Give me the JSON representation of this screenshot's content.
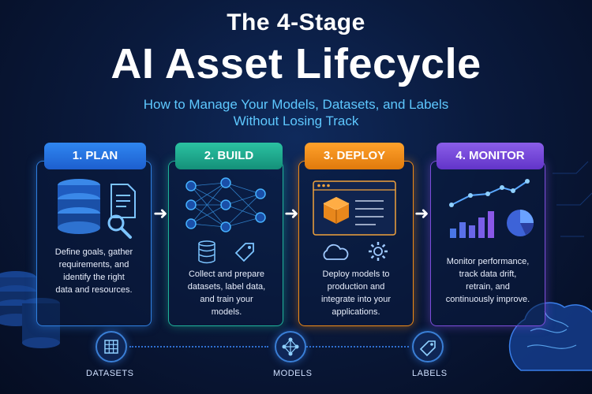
{
  "header": {
    "title_line1": "The 4-Stage",
    "title_line2": "AI Asset Lifecycle",
    "subtitle_line1": "How to Manage Your Models, Datasets, and Labels",
    "subtitle_line2": "Without Losing Track"
  },
  "stages": [
    {
      "label": "1. PLAN",
      "desc": [
        "Define goals, gather",
        "requirements, and",
        "identify the right",
        "data and resources."
      ]
    },
    {
      "label": "2. BUILD",
      "desc": [
        "Collect and prepare",
        "datasets, label data,",
        "and train your",
        "models."
      ]
    },
    {
      "label": "3. DEPLOY",
      "desc": [
        "Deploy models to",
        "production and",
        "integrate into your",
        "applications."
      ]
    },
    {
      "label": "4. MONITOR",
      "desc": [
        "Monitor performance,",
        "track data drift,",
        "retrain, and",
        "continuously improve."
      ]
    }
  ],
  "bottom": {
    "datasets": "DATASETS",
    "models": "MODELS",
    "labels": "LABELS"
  },
  "colors": {
    "plan": "#2f86f0",
    "build": "#2bc2a2",
    "deploy": "#ffa12b",
    "monitor": "#8a5ee8",
    "subtitle": "#5ec8ff"
  },
  "icons": [
    "database-icon",
    "document-icon",
    "magnifier-icon",
    "neural-network-icon",
    "tag-icon",
    "browser-window-icon",
    "box-icon",
    "cloud-icon",
    "gear-icon",
    "line-chart-icon",
    "bar-chart-icon",
    "pie-chart-icon",
    "grid-icon",
    "network-icon",
    "brain-icon"
  ]
}
